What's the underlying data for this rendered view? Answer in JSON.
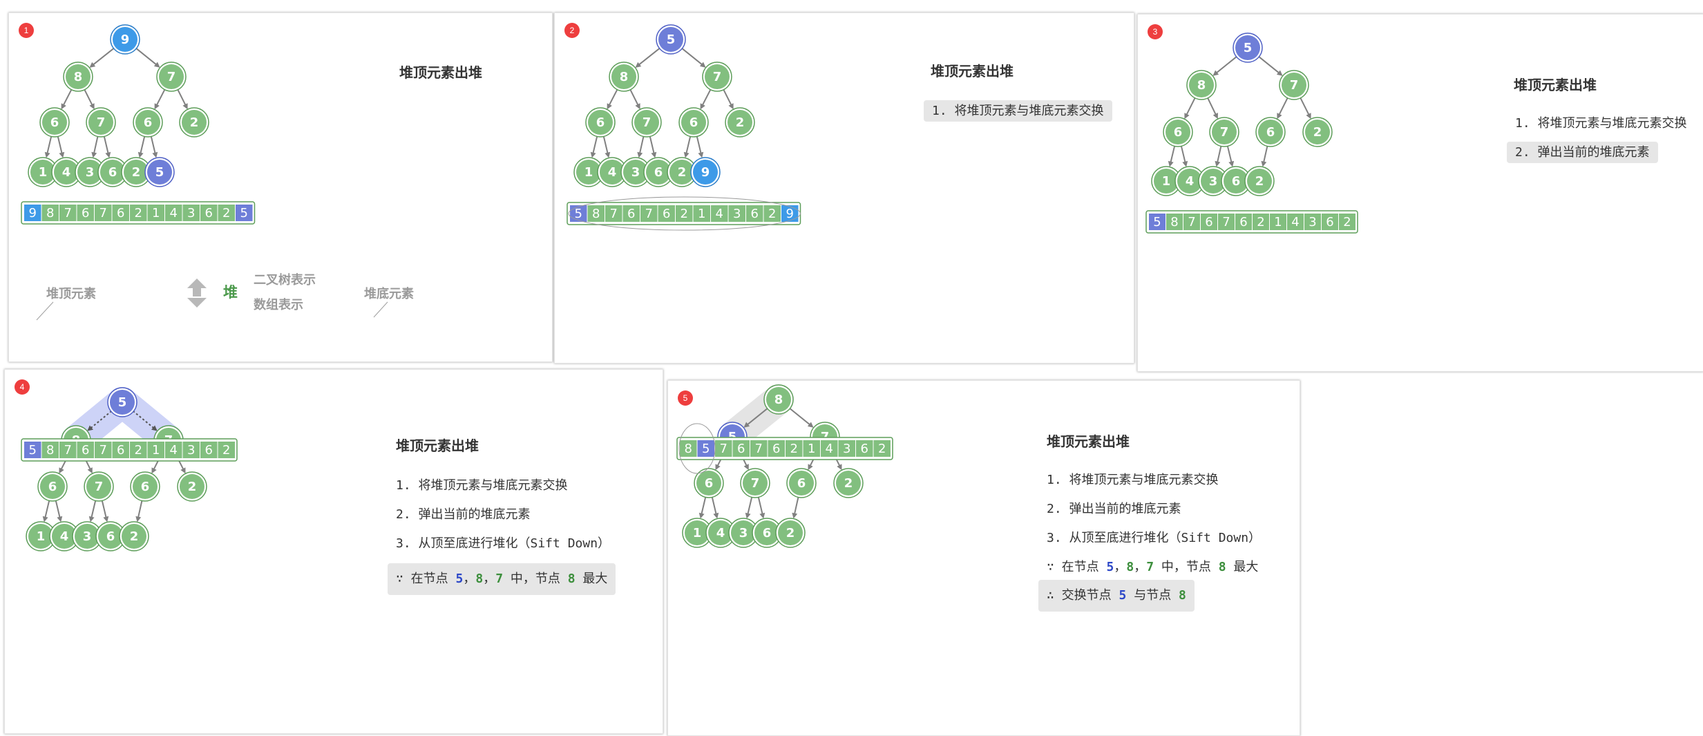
{
  "colors": {
    "node": "#82bf7f",
    "node_stroke": "#5d9d59",
    "top": "#3d9ae8",
    "top_stroke": "#2b7dc8",
    "swap": "#6e7ed8",
    "swap_stroke": "#4f60c5",
    "badge": "#ee3e3e",
    "edge": "#808080",
    "highlight": "#cdd3f7",
    "gray_highlight": "#e4e4e4"
  },
  "legend": {
    "heap_top": "堆顶元素",
    "heap_bottom": "堆底元素",
    "heap": "堆",
    "tree_repr": "二叉树表示",
    "array_repr": "数组表示"
  },
  "panels": [
    {
      "badge": "1",
      "title": "堆顶元素出堆",
      "steps": [],
      "notes": [],
      "tree": [
        "9",
        "8",
        "7",
        "6",
        "7",
        "6",
        "2",
        "1",
        "4",
        "3",
        "6",
        "2",
        "5"
      ],
      "array": [
        "9",
        "8",
        "7",
        "6",
        "7",
        "6",
        "2",
        "1",
        "4",
        "3",
        "6",
        "2",
        "5"
      ]
    },
    {
      "badge": "2",
      "title": "堆顶元素出堆",
      "steps": [
        "1. 将堆顶元素与堆底元素交换"
      ],
      "notes": [],
      "tree": [
        "5",
        "8",
        "7",
        "6",
        "7",
        "6",
        "2",
        "1",
        "4",
        "3",
        "6",
        "2",
        "9"
      ],
      "array": [
        "5",
        "8",
        "7",
        "6",
        "7",
        "6",
        "2",
        "1",
        "4",
        "3",
        "6",
        "2",
        "9"
      ]
    },
    {
      "badge": "3",
      "title": "堆顶元素出堆",
      "steps": [
        "1. 将堆顶元素与堆底元素交换",
        "2. 弹出当前的堆底元素"
      ],
      "notes": [],
      "tree": [
        "5",
        "8",
        "7",
        "6",
        "7",
        "6",
        "2",
        "1",
        "4",
        "3",
        "6",
        "2"
      ],
      "array": [
        "5",
        "8",
        "7",
        "6",
        "7",
        "6",
        "2",
        "1",
        "4",
        "3",
        "6",
        "2"
      ]
    },
    {
      "badge": "4",
      "title": "堆顶元素出堆",
      "steps": [
        "1. 将堆顶元素与堆底元素交换",
        "2. 弹出当前的堆底元素",
        "3. 从顶至底进行堆化（Sift Down）"
      ],
      "notes": [
        {
          "pre": "∵ 在节点 ",
          "a": "5",
          "s1": "，",
          "b": "8",
          "s2": "，",
          "c": "7",
          "mid": " 中，节点 ",
          "d": "8",
          "post": " 最大"
        }
      ],
      "tree": [
        "5",
        "8",
        "7",
        "6",
        "7",
        "6",
        "2",
        "1",
        "4",
        "3",
        "6",
        "2"
      ],
      "array": [
        "5",
        "8",
        "7",
        "6",
        "7",
        "6",
        "2",
        "1",
        "4",
        "3",
        "6",
        "2"
      ]
    },
    {
      "badge": "5",
      "title": "堆顶元素出堆",
      "steps": [
        "1. 将堆顶元素与堆底元素交换",
        "2. 弹出当前的堆底元素",
        "3. 从顶至底进行堆化（Sift Down）"
      ],
      "notes": [
        {
          "pre": "∵ 在节点 ",
          "a": "5",
          "s1": "，",
          "b": "8",
          "s2": "，",
          "c": "7",
          "mid": " 中，节点 ",
          "d": "8",
          "post": " 最大"
        },
        {
          "pre": "∴ 交换节点 ",
          "a": "5",
          "mid": " 与节点 ",
          "d": "8"
        }
      ],
      "tree": [
        "8",
        "5",
        "7",
        "6",
        "7",
        "6",
        "2",
        "1",
        "4",
        "3",
        "6",
        "2"
      ],
      "array": [
        "8",
        "5",
        "7",
        "6",
        "7",
        "6",
        "2",
        "1",
        "4",
        "3",
        "6",
        "2"
      ]
    }
  ]
}
